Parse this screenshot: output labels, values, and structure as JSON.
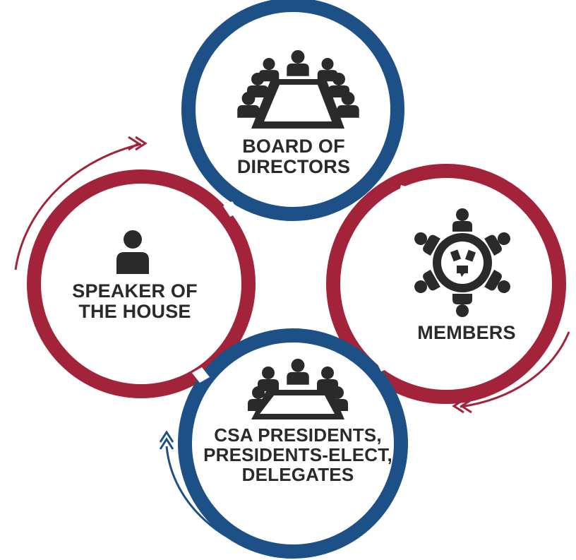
{
  "nodes": {
    "board": {
      "lines": [
        "BOARD OF",
        "DIRECTORS"
      ],
      "ring_color": "#1d5086",
      "icon": "conference-table-icon"
    },
    "speaker": {
      "lines": [
        "SPEAKER OF",
        "THE HOUSE"
      ],
      "ring_color": "#a3233a",
      "icon": "person-icon"
    },
    "members": {
      "lines": [
        "MEMBERS"
      ],
      "ring_color": "#a3233a",
      "icon": "round-table-discussion-icon"
    },
    "csa": {
      "lines": [
        "CSA PRESIDENTS,",
        "PRESIDENTS-ELECT,",
        "DELEGATES"
      ],
      "ring_color": "#1d5086",
      "icon": "meeting-table-icon"
    }
  },
  "colors": {
    "blue": "#1d5086",
    "red": "#a3233a",
    "icon": "#2a2a2a",
    "text": "#2a2a2a",
    "background": "#ffffff"
  },
  "arrows": [
    {
      "name": "left-cycle-arrow",
      "color": "#a3233a",
      "glyph": "double-chevron"
    },
    {
      "name": "right-cycle-arrow",
      "color": "#a3233a",
      "glyph": "double-chevron"
    },
    {
      "name": "bottom-cycle-arrow",
      "color": "#1d5086",
      "glyph": "double-chevron"
    }
  ]
}
